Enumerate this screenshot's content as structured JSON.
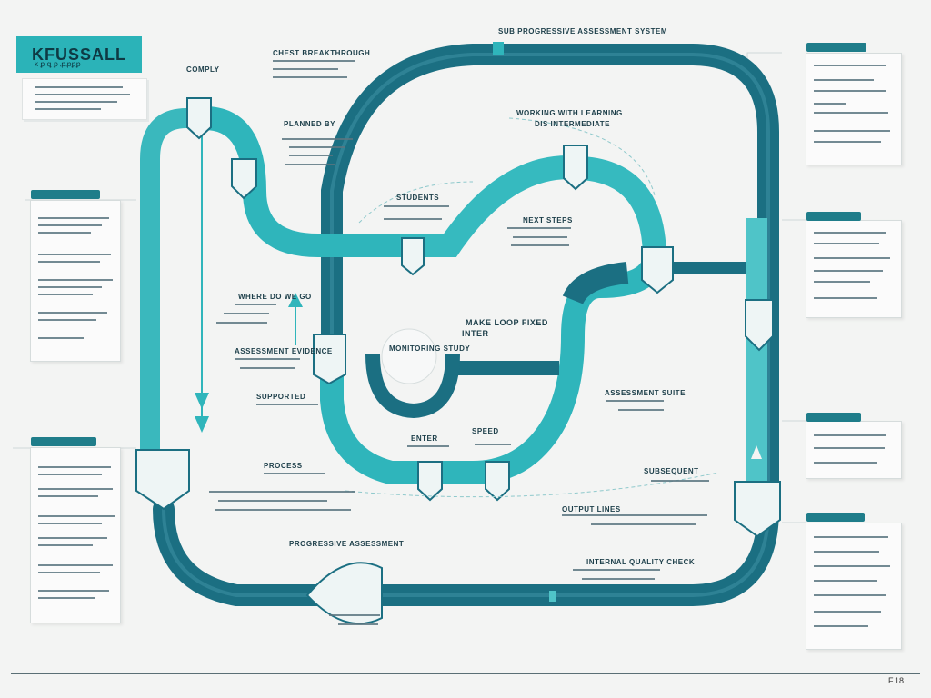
{
  "header": {
    "title": "KFUSSALL",
    "subtitle": "ĸ ꝑ ꝗ ꝑ ꝓꝓꝑꝑ",
    "top_label": "SUB PROGRESSIVE ASSESSMENT SYSTEM"
  },
  "labels": {
    "l1": "CHEST BREAKTHROUGH",
    "l2": "COMPLY",
    "l3": "PLANNED BY",
    "l4": "WORKING WITH LEARNING",
    "l5": "DIS INTERMEDIATE",
    "l6": "STUDENTS",
    "l7": "NEXT STEPS",
    "l8": "WHERE DO WE GO",
    "l9": "MAKE LOOP FIXED",
    "l10": "INTER",
    "l11": "ASSESSMENT EVIDENCE",
    "l12": "MONITORING STUDY",
    "l13": "SUPPORTED",
    "l14": "ASSESSMENT SUITE",
    "l15": "SPEED",
    "l16": "ENTER",
    "l17": "PROCESS",
    "l18": "SUBSEQUENT",
    "l19": "PROGRESSIVE ASSESSMENT",
    "l20": "INTERNAL QUALITY CHECK",
    "l21": "OUTPUT LINES",
    "page": "F.18"
  },
  "colors": {
    "dark_pipe": "#1b6f82",
    "teal_pipe": "#2fb5bb",
    "light_teal": "#66d0d2",
    "card_tab": "#1f7d8a"
  }
}
